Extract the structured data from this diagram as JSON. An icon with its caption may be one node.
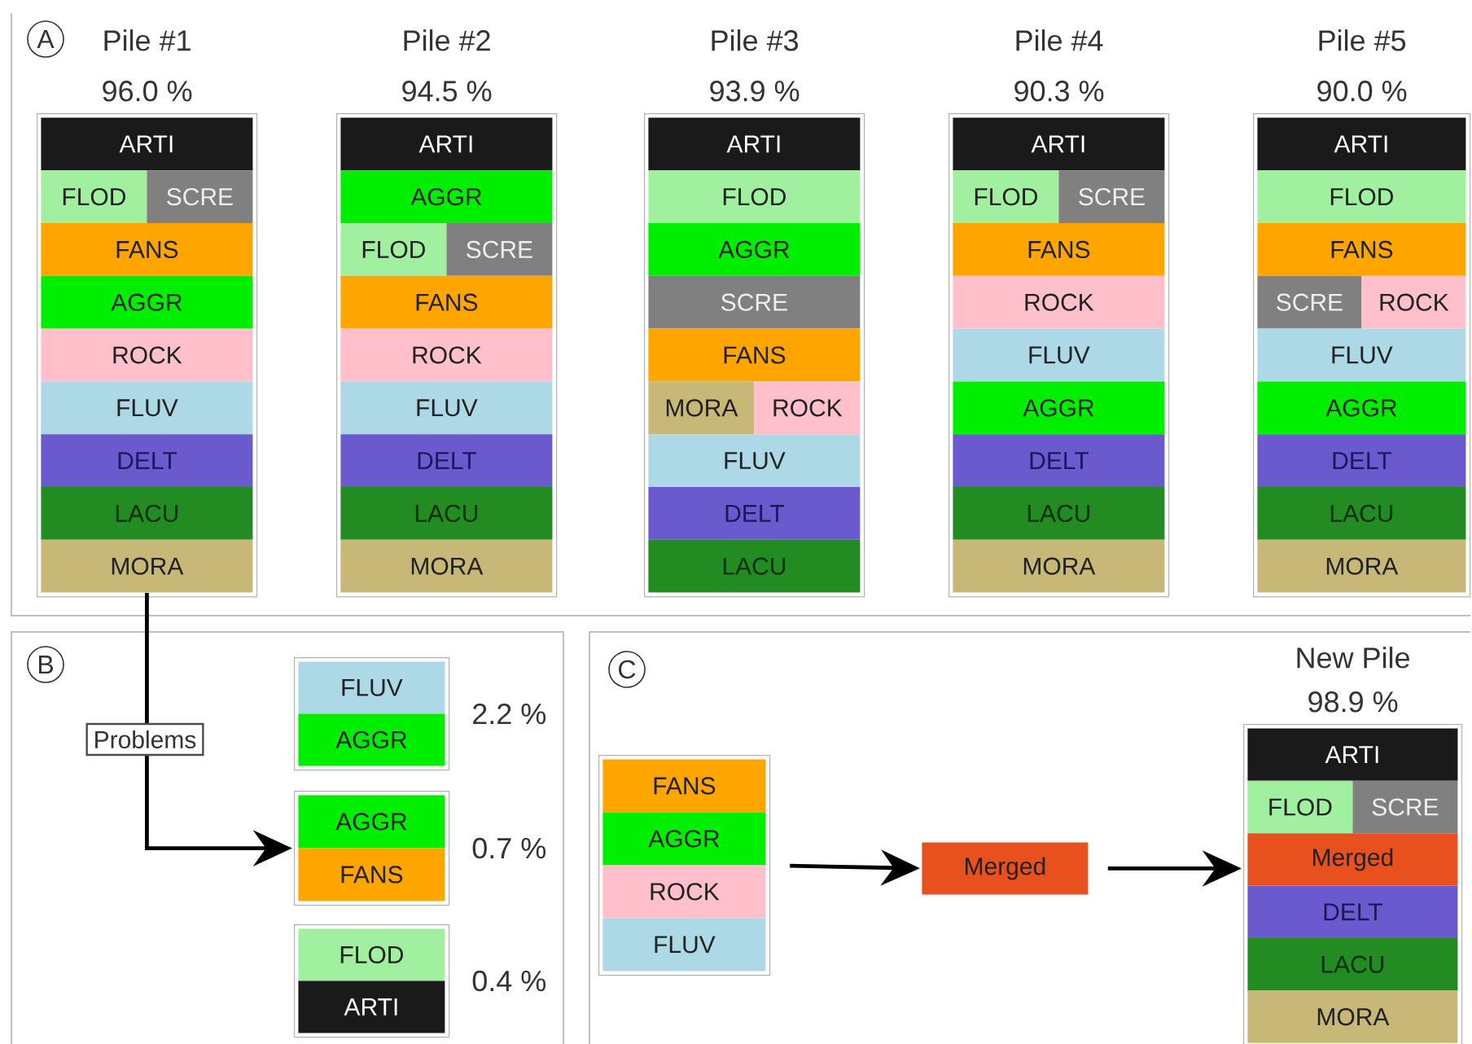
{
  "diagram": {
    "nodes": [
      {
        "text": [
          "Pile #1",
          "96.0 %"
        ]
      },
      {
        "text": [
          "ARTI"
        ],
        "in": 0
      },
      {
        "text": [
          "FLOD"
        ],
        "in": 0
      },
      {
        "text": [
          "SCRE"
        ],
        "in": 0
      },
      {
        "text": [
          "FANS"
        ],
        "in": 0
      },
      {
        "text": [
          "AGGR"
        ],
        "in": 0
      },
      {
        "text": [
          "ROCK"
        ],
        "in": 0
      },
      {
        "text": [
          "FLUV"
        ],
        "in": 0
      },
      {
        "text": [
          "DELT"
        ],
        "in": 0
      },
      {
        "text": [
          "LACU"
        ],
        "in": 0
      },
      {
        "text": [
          "MORA"
        ],
        "in": 0
      },
      {
        "text": [
          "Pile #2",
          "94.5 %"
        ]
      },
      {
        "text": [
          "ARTI"
        ],
        "in": 11
      },
      {
        "text": [
          "AGGR"
        ],
        "in": 11
      },
      {
        "text": [
          "FLOD"
        ],
        "in": 11
      },
      {
        "text": [
          "SCRE"
        ],
        "in": 11
      },
      {
        "text": [
          "FANS"
        ],
        "in": 11
      },
      {
        "text": [
          "ROCK"
        ],
        "in": 11
      },
      {
        "text": [
          "FLUV"
        ],
        "in": 11
      },
      {
        "text": [
          "DELT"
        ],
        "in": 11
      },
      {
        "text": [
          "LACU"
        ],
        "in": 11
      },
      {
        "text": [
          "MORA"
        ],
        "in": 11
      },
      {
        "text": [
          "Pile #3",
          "93.9 %"
        ]
      },
      {
        "text": [
          "ARTI"
        ],
        "in": 22
      },
      {
        "text": [
          "FLOD"
        ],
        "in": 22
      },
      {
        "text": [
          "AGGR"
        ],
        "in": 22
      },
      {
        "text": [
          "SCRE"
        ],
        "in": 22
      },
      {
        "text": [
          "FANS"
        ],
        "in": 22
      },
      {
        "text": [
          "MORA"
        ],
        "in": 22
      },
      {
        "text": [
          "ROCK"
        ],
        "in": 22
      },
      {
        "text": [
          "FLUV"
        ],
        "in": 22
      },
      {
        "text": [
          "DELT"
        ],
        "in": 22
      },
      {
        "text": [
          "LACU"
        ],
        "in": 22
      },
      {
        "text": [
          "Pile #4",
          "90.3 %"
        ]
      },
      {
        "text": [
          "ARTI"
        ],
        "in": 33
      },
      {
        "text": [
          "FLOD"
        ],
        "in": 33
      },
      {
        "text": [
          "SCRE"
        ],
        "in": 33
      },
      {
        "text": [
          "FANS"
        ],
        "in": 33
      },
      {
        "text": [
          "ROCK"
        ],
        "in": 33
      },
      {
        "text": [
          "FLUV"
        ],
        "in": 33
      },
      {
        "text": [
          "AGGR"
        ],
        "in": 33
      },
      {
        "text": [
          "DELT"
        ],
        "in": 33
      },
      {
        "text": [
          "LACU"
        ],
        "in": 33
      },
      {
        "text": [
          "MORA"
        ],
        "in": 33
      },
      {
        "text": [
          "Pile #5",
          "90.0 %"
        ]
      },
      {
        "text": [
          "ARTI"
        ],
        "in": 44
      },
      {
        "text": [
          "FLOD"
        ],
        "in": 44
      },
      {
        "text": [
          "FANS"
        ],
        "in": 44
      },
      {
        "text": [
          "SCRE"
        ],
        "in": 44
      },
      {
        "text": [
          "ROCK"
        ],
        "in": 44
      },
      {
        "text": [
          "FLUV"
        ],
        "in": 44
      },
      {
        "text": [
          "AGGR"
        ],
        "in": 44
      },
      {
        "text": [
          "DELT"
        ],
        "in": 44
      },
      {
        "text": [
          "LACU"
        ],
        "in": 44
      },
      {
        "text": [
          "MORA"
        ],
        "in": 44
      },
      {
        "text": [],
        "shape": "box",
        "beside": [
          "2.2 %"
        ]
      },
      {
        "text": [
          "FLUV"
        ],
        "in": 55
      },
      {
        "text": [
          "AGGR"
        ],
        "in": 55
      },
      {
        "text": [],
        "shape": "box",
        "beside": [
          "0.7 %"
        ]
      },
      {
        "text": [
          "AGGR"
        ],
        "in": 58
      },
      {
        "text": [
          "FANS"
        ],
        "in": 58
      },
      {
        "text": [],
        "shape": "box",
        "beside": [
          "0.4 %"
        ]
      },
      {
        "text": [
          "FLOD"
        ],
        "in": 61
      },
      {
        "text": [
          "ARTI"
        ],
        "in": 61
      },
      {
        "text": [],
        "shape": "box"
      },
      {
        "text": [
          "FANS"
        ],
        "in": 64
      },
      {
        "text": [
          "AGGR"
        ],
        "in": 64
      },
      {
        "text": [
          "ROCK"
        ],
        "in": 64
      },
      {
        "text": [
          "FLUV"
        ],
        "in": 64
      },
      {
        "text": [
          "Merged"
        ]
      },
      {
        "text": [
          "New Pile",
          "98.9 %"
        ]
      },
      {
        "text": [
          "ARTI"
        ],
        "in": 70
      },
      {
        "text": [
          "FLOD"
        ],
        "in": 70
      },
      {
        "text": [
          "SCRE"
        ],
        "in": 70
      },
      {
        "text": [
          "Merged"
        ],
        "in": 70
      },
      {
        "text": [
          "DELT"
        ],
        "in": 70
      },
      {
        "text": [
          "LACU"
        ],
        "in": 70
      },
      {
        "text": [
          "MORA"
        ],
        "in": 70
      }
    ],
    "edges": [
      {
        "from": 10,
        "to": 58,
        "arrow": "to",
        "label": "Problems"
      },
      {
        "from": 64,
        "to": 69,
        "arrow": "to"
      },
      {
        "from": 69,
        "to": 70,
        "arrow": "to"
      }
    ],
    "labels": [
      "A",
      "B",
      "C"
    ]
  }
}
